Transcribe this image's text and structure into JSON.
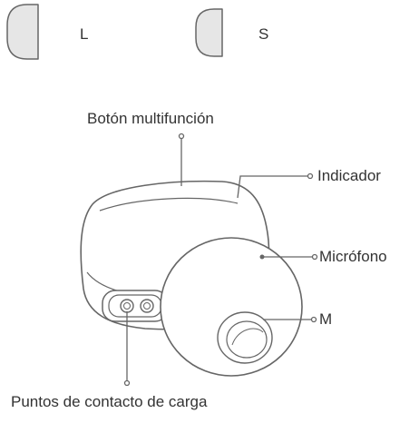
{
  "ear_tips": {
    "large_label": "L",
    "small_label": "S"
  },
  "callouts": {
    "multifunction_button": "Botón multifunción",
    "indicator": "Indicador",
    "microphone": "Micrófono",
    "medium_tip": "M",
    "charging_contacts": "Puntos de contacto de carga"
  },
  "colors": {
    "line": "#666666",
    "fill": "#e6e6e6",
    "text": "#333333"
  }
}
